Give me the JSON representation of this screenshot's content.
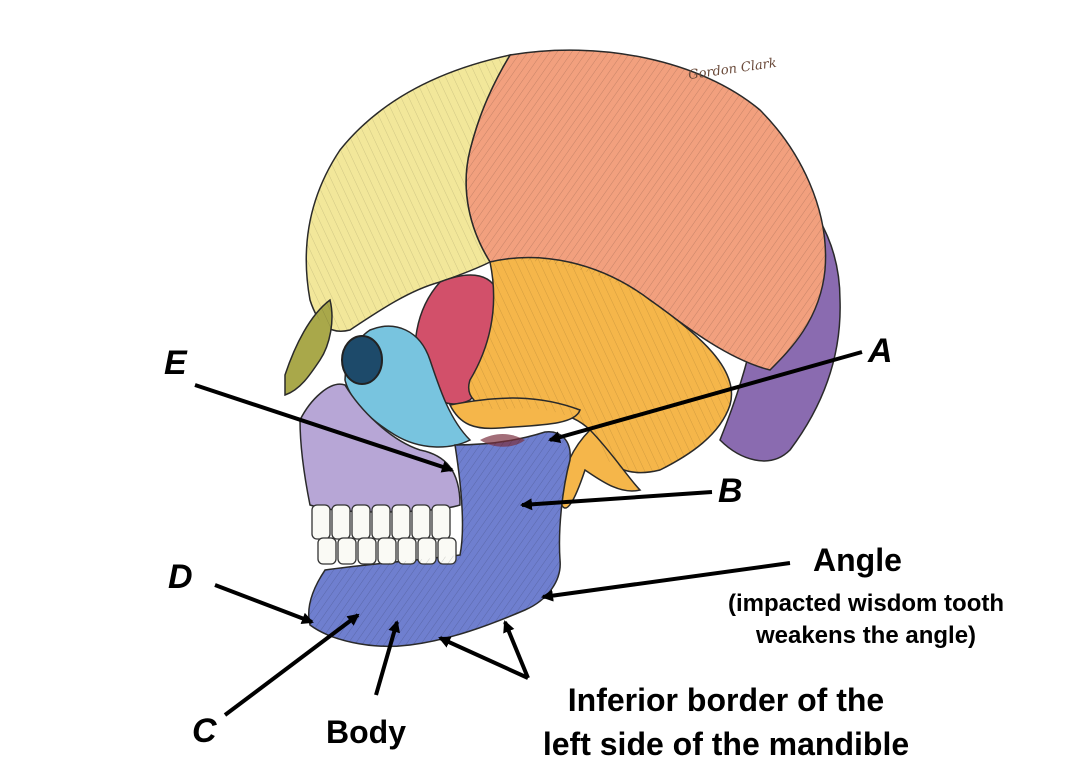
{
  "labels": {
    "a": "A",
    "b": "B",
    "c": "C",
    "d": "D",
    "e": "E",
    "angle": "Angle",
    "angle_note_1": "(impacted wisdom tooth",
    "angle_note_2": "weakens the angle)",
    "body": "Body",
    "inferior_1": "Inferior border of the",
    "inferior_2": "left side of the mandible"
  },
  "signature": "Gordon Clark",
  "colors": {
    "frontal": "#f2e79a",
    "parietal": "#f2a07e",
    "occipital": "#8a6bb0",
    "temporal": "#f5b64a",
    "sphenoid": "#d2506a",
    "zygomatic": "#78c4df",
    "maxilla": "#b7a6d6",
    "mandible": "#6f7fcf",
    "nasal": "#a9a84a",
    "teeth": "#fafaf5",
    "arrow": "#000000"
  }
}
